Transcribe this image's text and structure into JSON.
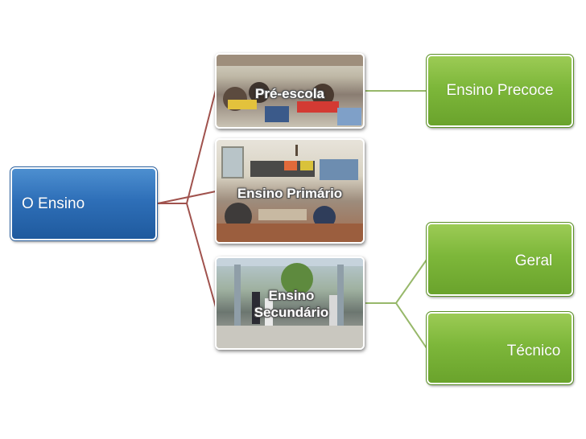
{
  "diagram": {
    "root": {
      "label": "O Ensino"
    },
    "levels": [
      {
        "label": "Pré-escola"
      },
      {
        "label": "Ensino Primário"
      },
      {
        "label": "Ensino Secundário"
      }
    ],
    "outcomes": [
      {
        "label": "Ensino Precoce"
      },
      {
        "label": "Geral"
      },
      {
        "label": "Técnico"
      }
    ]
  },
  "colors": {
    "root": "#2e6fb8",
    "outcome": "#7db73a",
    "root_connector": "#a0524d",
    "outcome_connector": "#97b86a"
  }
}
